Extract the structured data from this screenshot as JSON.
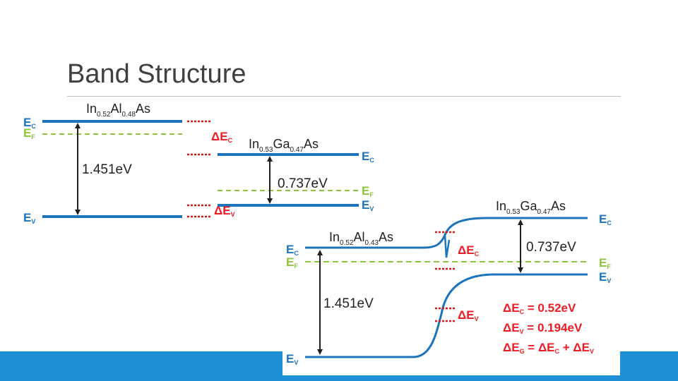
{
  "slide": {
    "title": "Band Structure"
  },
  "colors": {
    "band": "#1c75bc",
    "fermi": "#8cc63f",
    "offset": "#d7191c",
    "arrow": "#231f20",
    "label_red": "#ed1c24",
    "bar": "#1f8fd8"
  },
  "diagram_top": {
    "material_left": {
      "base": "In",
      "sub1": "0.52",
      "mid": "Al",
      "sub2": "0.48",
      "end": "As"
    },
    "material_right": {
      "base": "In",
      "sub1": "0.53",
      "mid": "Ga",
      "sub2": "0.47",
      "end": "As"
    },
    "labels": {
      "ec_left": "E",
      "ec_left_sub": "C",
      "ef_left": "E",
      "ef_left_sub": "F",
      "ev_left": "E",
      "ev_left_sub": "V",
      "ec_right": "E",
      "ec_right_sub": "C",
      "ef_right": "E",
      "ef_right_sub": "F",
      "ev_right": "E",
      "ev_right_sub": "V",
      "delta_ec": "ΔE",
      "delta_ec_sub": "C",
      "delta_ev": "ΔE",
      "delta_ev_sub": "V"
    },
    "gap_left": "1.451eV",
    "gap_right": "0.737eV"
  },
  "diagram_bottom": {
    "material_left": {
      "base": "In",
      "sub1": "0.52",
      "mid": "Al",
      "sub2": "0.43",
      "end": "As"
    },
    "material_right": {
      "base": "In",
      "sub1": "0.53",
      "mid": "Ga",
      "sub2": "0.47",
      "end": "As"
    },
    "labels": {
      "ec_left": "E",
      "ec_left_sub": "C",
      "ef_left": "E",
      "ef_left_sub": "F",
      "ev_left": "E",
      "ev_left_sub": "V",
      "ec_right": "E",
      "ec_right_sub": "C",
      "ef_right": "E",
      "ef_right_sub": "F",
      "ev_right": "E",
      "ev_right_sub": "V",
      "delta_ec": "ΔE",
      "delta_ec_sub": "C",
      "delta_ev": "ΔE",
      "delta_ev_sub": "V"
    },
    "gap_left": "1.451eV",
    "gap_right": "0.737eV",
    "equations": [
      {
        "a": "ΔE",
        "a_sub": "C",
        "rest": " = 0.52eV"
      },
      {
        "a": "ΔE",
        "a_sub": "V",
        "rest": " = 0.194eV"
      },
      {
        "a": "ΔE",
        "a_sub": "G",
        "rest": " = ΔE",
        "b_sub": "C",
        "rest2": " + ΔE",
        "c_sub": "V"
      }
    ]
  }
}
